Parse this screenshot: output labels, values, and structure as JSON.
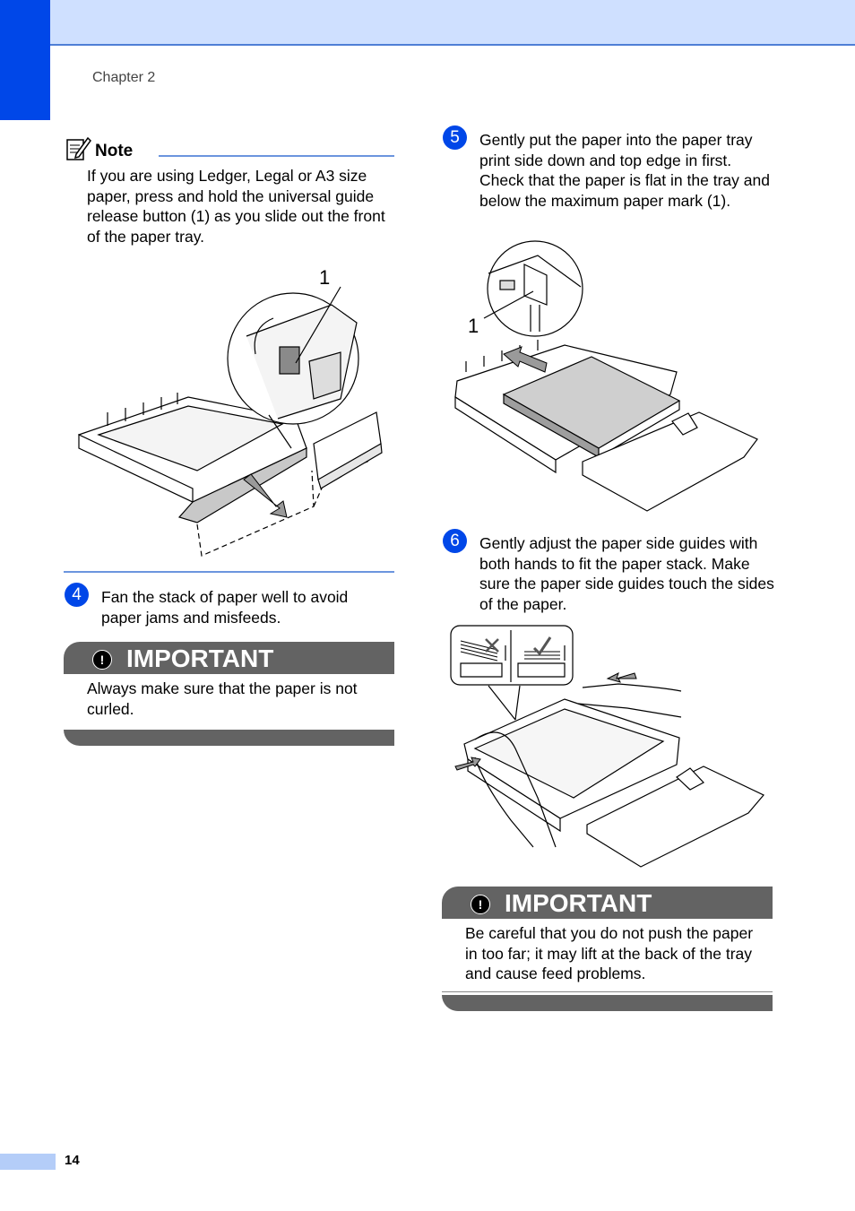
{
  "header": {
    "chapter": "Chapter 2"
  },
  "note": {
    "label": "Note",
    "icon": "note-pencil-icon",
    "text": "If you are using Ledger, Legal or A3 size paper, press and hold the universal guide release button (1) as you slide out the front of the paper tray."
  },
  "figures": {
    "release": {
      "callout": "1"
    },
    "mark": {
      "callout": "1"
    },
    "guides": {
      "wrong_icon": "cross-icon",
      "right_icon": "check-icon"
    }
  },
  "steps": [
    {
      "num": "4",
      "text": "Fan the stack of paper well to avoid paper jams and misfeeds."
    },
    {
      "num": "5",
      "text": "Gently put the paper into the paper tray print side down and top edge in first. Check that the paper is flat in the tray and below the maximum paper mark (1)."
    },
    {
      "num": "6",
      "text": "Gently adjust the paper side guides with both hands to fit the paper stack. Make sure the paper side guides touch the sides of the paper."
    }
  ],
  "important": [
    {
      "title": "IMPORTANT",
      "icon": "exclamation-icon",
      "text": "Always make sure that the paper is not curled."
    },
    {
      "title": "IMPORTANT",
      "icon": "exclamation-icon",
      "text": "Be careful that you do not push the paper in too far; it may lift at the back of the tray and cause feed problems."
    }
  ],
  "footer": {
    "page_number": "14"
  },
  "colors": {
    "accent": "#0047e8",
    "header": "#cfe0ff",
    "rule": "#6c95de",
    "important_bar": "#636363"
  }
}
